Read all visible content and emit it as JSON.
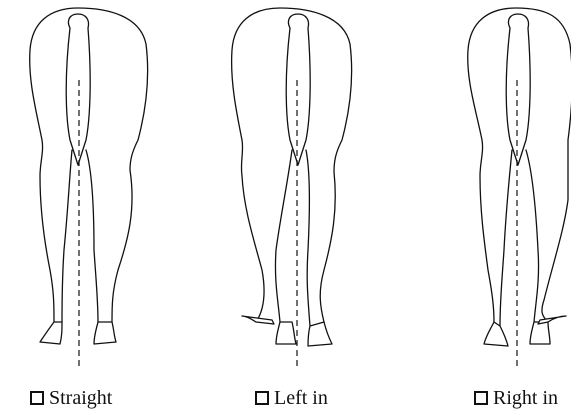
{
  "options": [
    {
      "label": "Straight",
      "checked": false
    },
    {
      "label": "Left in",
      "checked": false
    },
    {
      "label": "Right in",
      "checked": false
    }
  ]
}
